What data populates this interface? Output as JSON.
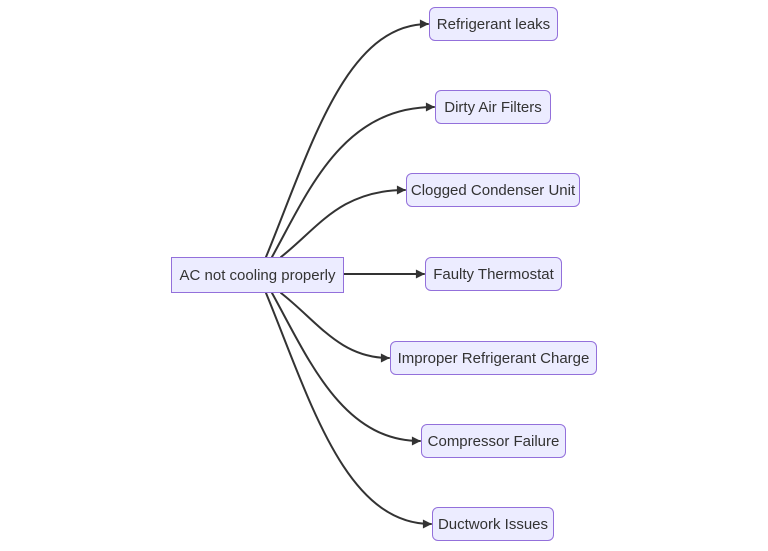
{
  "diagram": {
    "type": "flowchart",
    "direction": "left-to-right",
    "root_label": "AC not cooling properly",
    "causes": [
      {
        "label": "Refrigerant leaks"
      },
      {
        "label": "Dirty Air Filters"
      },
      {
        "label": "Clogged Condenser Unit"
      },
      {
        "label": "Faulty Thermostat"
      },
      {
        "label": "Improper Refrigerant Charge"
      },
      {
        "label": "Compressor Failure"
      },
      {
        "label": "Ductwork Issues"
      }
    ],
    "edges": [
      {
        "from": "AC not cooling properly",
        "to": "Refrigerant leaks"
      },
      {
        "from": "AC not cooling properly",
        "to": "Dirty Air Filters"
      },
      {
        "from": "AC not cooling properly",
        "to": "Clogged Condenser Unit"
      },
      {
        "from": "AC not cooling properly",
        "to": "Faulty Thermostat"
      },
      {
        "from": "AC not cooling properly",
        "to": "Improper Refrigerant Charge"
      },
      {
        "from": "AC not cooling properly",
        "to": "Compressor Failure"
      },
      {
        "from": "AC not cooling properly",
        "to": "Ductwork Issues"
      }
    ],
    "colors": {
      "node_fill": "#ECECFF",
      "node_border": "#9370DB",
      "node_text": "#333333",
      "edge_stroke": "#333333",
      "background": "#FFFFFF"
    }
  }
}
